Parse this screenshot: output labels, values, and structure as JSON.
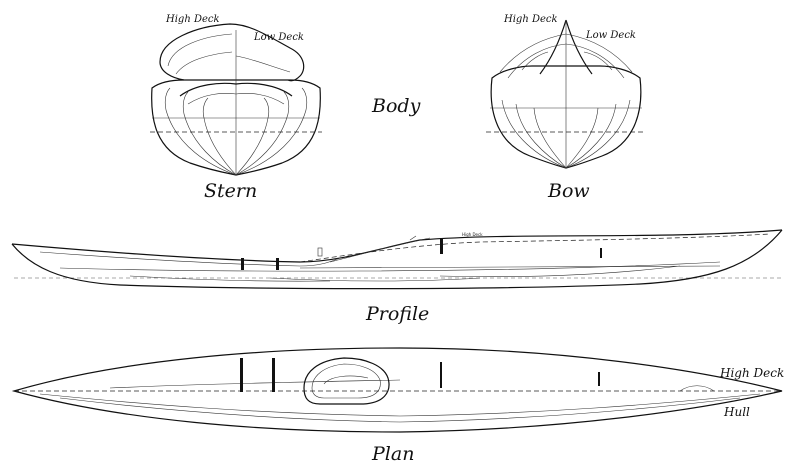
{
  "body_view": {
    "title": "Body",
    "stern": {
      "label": "Stern",
      "high_deck": "High Deck",
      "low_deck": "Low Deck"
    },
    "bow": {
      "label": "Bow",
      "high_deck": "High Deck",
      "low_deck": "Low Deck"
    }
  },
  "profile_view": {
    "title": "Profile",
    "small_high_deck": "High Deck"
  },
  "plan_view": {
    "title": "Plan",
    "high_deck": "High Deck",
    "hull": "Hull"
  }
}
